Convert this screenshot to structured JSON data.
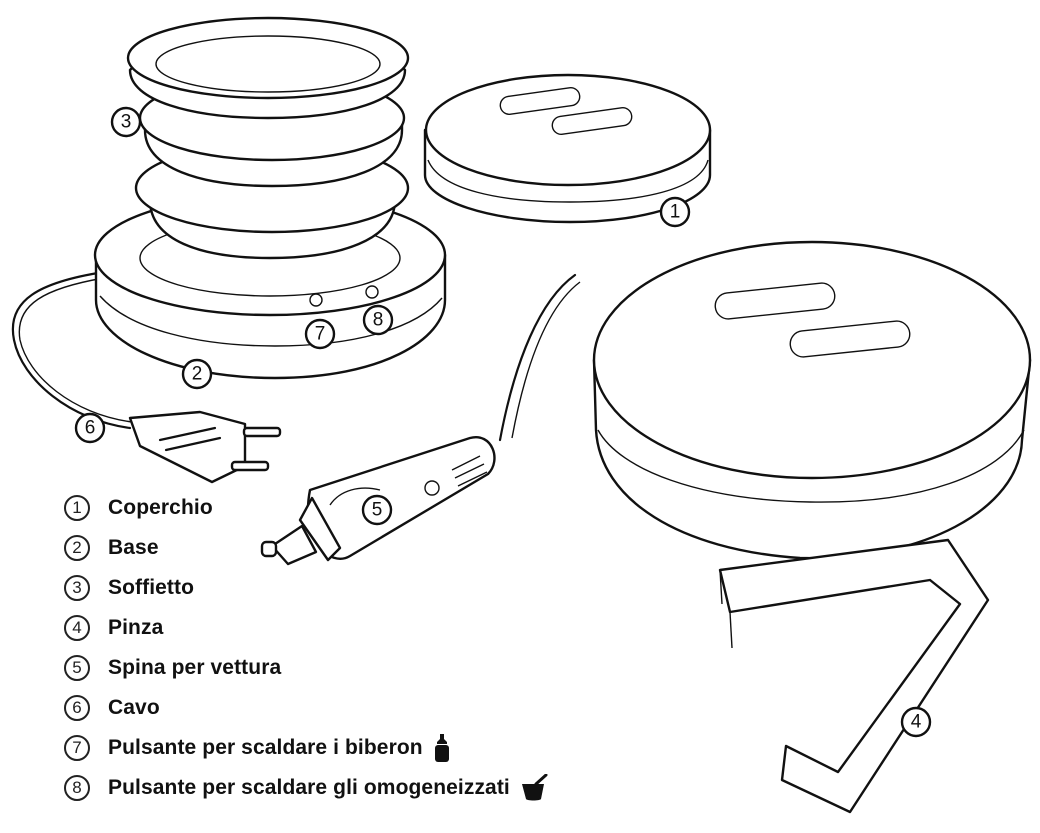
{
  "callouts": {
    "lid_small": "1",
    "base": "2",
    "bellows": "3",
    "clamp": "4",
    "car_plug": "5",
    "cable": "6",
    "button_bottle": "7",
    "button_jar": "8"
  },
  "legend": {
    "items": [
      {
        "number": "1",
        "label": "Coperchio"
      },
      {
        "number": "2",
        "label": "Base"
      },
      {
        "number": "3",
        "label": "Soffietto"
      },
      {
        "number": "4",
        "label": "Pinza"
      },
      {
        "number": "5",
        "label": "Spina per vettura"
      },
      {
        "number": "6",
        "label": "Cavo"
      },
      {
        "number": "7",
        "label": "Pulsante per scaldare i biberon",
        "icon": "baby-bottle-icon"
      },
      {
        "number": "8",
        "label": "Pulsante per scaldare gli omogeneizzati",
        "icon": "food-jar-icon"
      }
    ]
  },
  "colors": {
    "ink": "#111111",
    "paper": "#ffffff"
  }
}
